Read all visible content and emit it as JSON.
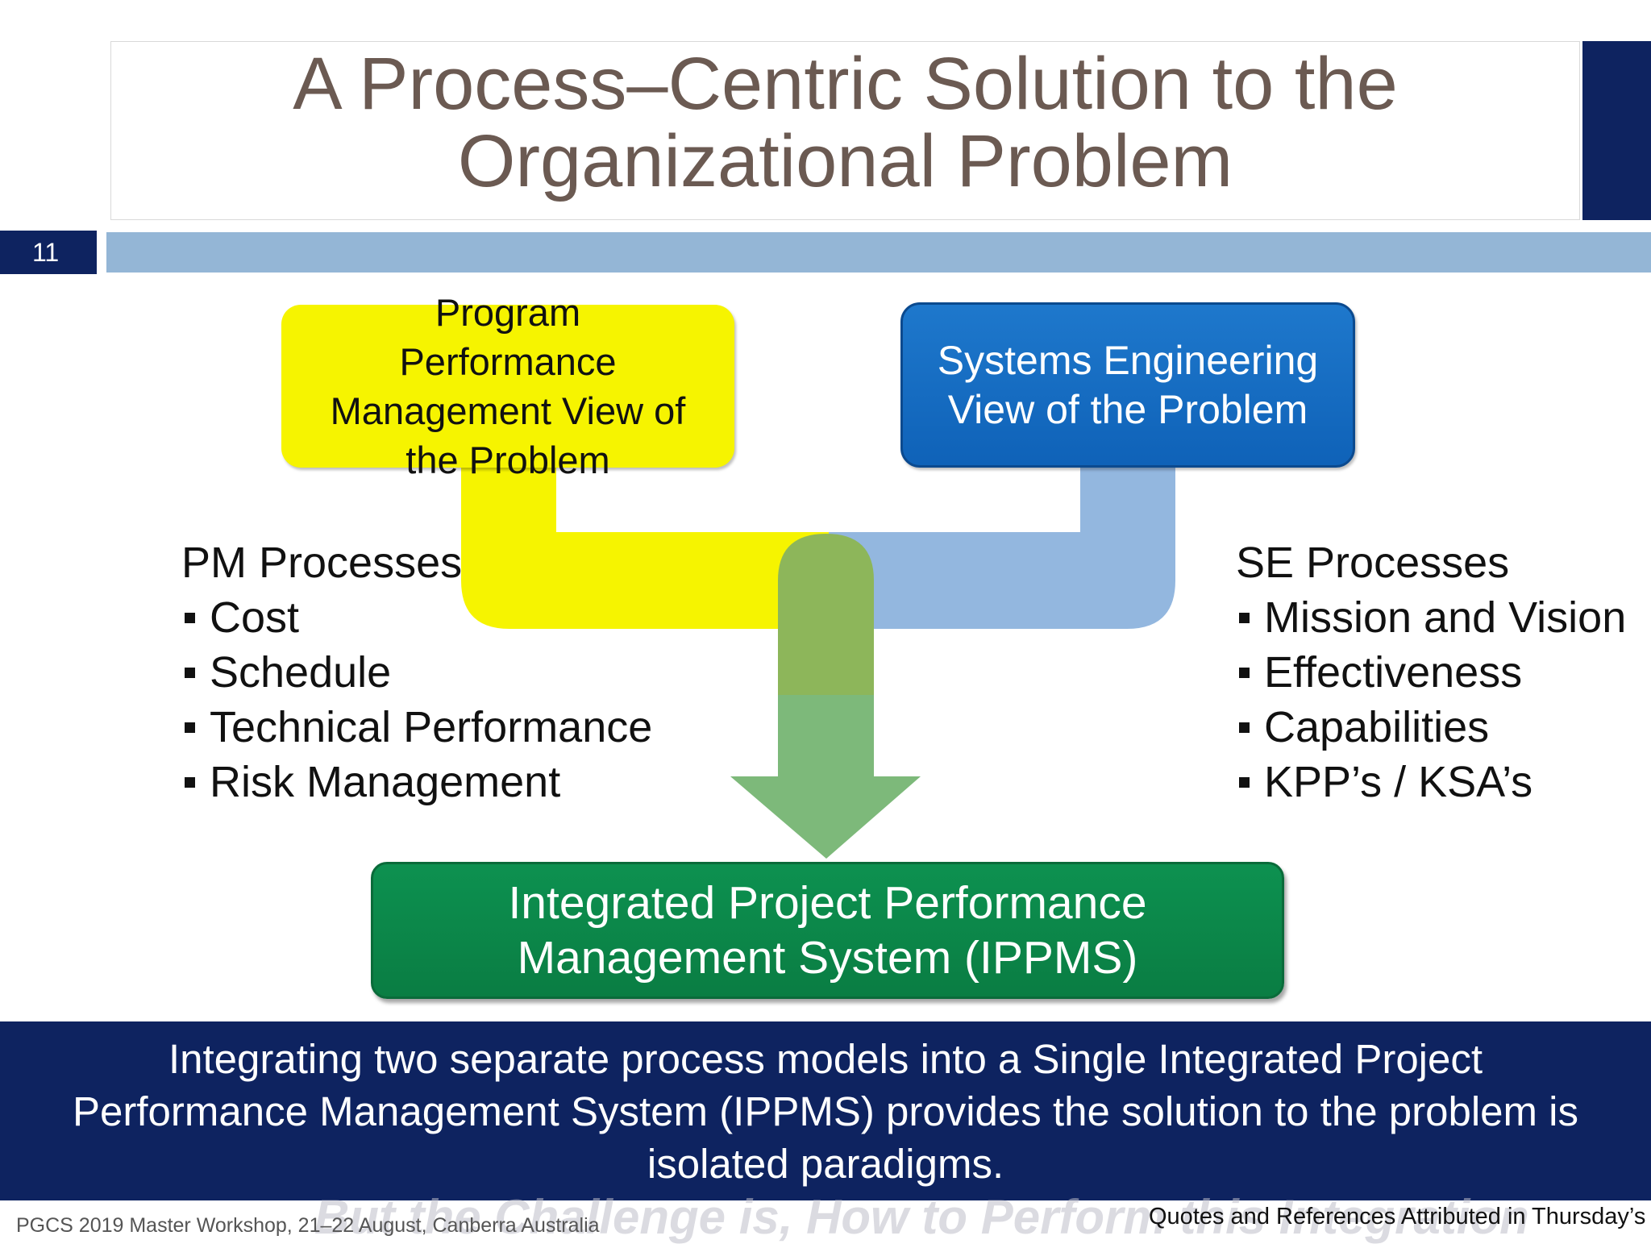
{
  "title": {
    "line1": "A Process–Centric Solution to the",
    "line2": "Organizational Problem"
  },
  "slide_number": "11",
  "boxes": {
    "pm_view": {
      "line1": "Program",
      "line2": "Performance",
      "line3": "Management View of",
      "line4": "the Problem"
    },
    "se_view": {
      "line1": "Systems Engineering",
      "line2": "View of the Problem"
    },
    "ippms": {
      "line1": "Integrated Project Performance",
      "line2": "Management System (IPPMS)"
    }
  },
  "pm_processes": {
    "heading": "PM Processes",
    "items": [
      "Cost",
      "Schedule",
      "Technical Performance",
      "Risk Management"
    ]
  },
  "se_processes": {
    "heading": "SE Processes",
    "items": [
      "Mission and Vision",
      "Effectiveness",
      "Capabilities",
      "KPP’s / KSA’s"
    ]
  },
  "summary": {
    "line1": "Integrating two separate process models into a Single Integrated Project",
    "line2": "Performance Management System (IPPMS) provides the solution to the problem is",
    "line3": "isolated paradigms."
  },
  "footer": {
    "left": "PGCS 2019 Master Workshop, 21–22 August, Canberra Australia",
    "right": "Quotes and References Attributed in Thursday’s",
    "overlay": "But the Challenge is, How to Perform this Integration"
  },
  "colors": {
    "navy": "#0e2360",
    "title_text": "#6b5a52",
    "rule_blue": "#94b6d6",
    "pm_yellow": "#f6f400",
    "se_blue": "#1a6fc4",
    "se_connector": "#93b7df",
    "overlap_green": "#8db65a",
    "arrow_green": "#7db97a",
    "ippms_green": "#0d8a4a"
  }
}
